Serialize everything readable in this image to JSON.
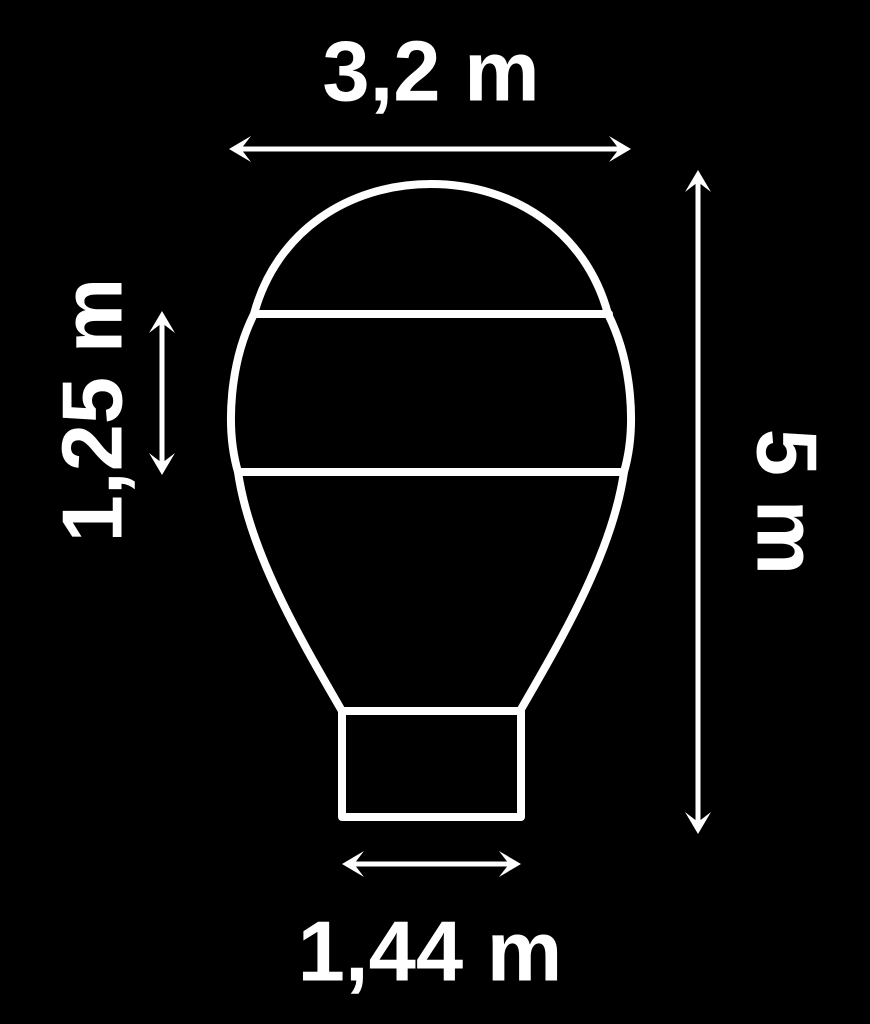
{
  "diagram": {
    "type": "dimension-diagram",
    "subject": "hot-air-balloon-silhouette",
    "background_color": "#000000",
    "stroke_color": "#ffffff",
    "dimensions": {
      "envelope_width": {
        "label": "3,2 m",
        "orientation": "horizontal",
        "position": "top"
      },
      "band_height": {
        "label": "1,25 m",
        "orientation": "vertical",
        "position": "left"
      },
      "total_height": {
        "label": "5 m",
        "orientation": "vertical",
        "position": "right"
      },
      "basket_width": {
        "label": "1,44 m",
        "orientation": "horizontal",
        "position": "bottom"
      }
    }
  }
}
